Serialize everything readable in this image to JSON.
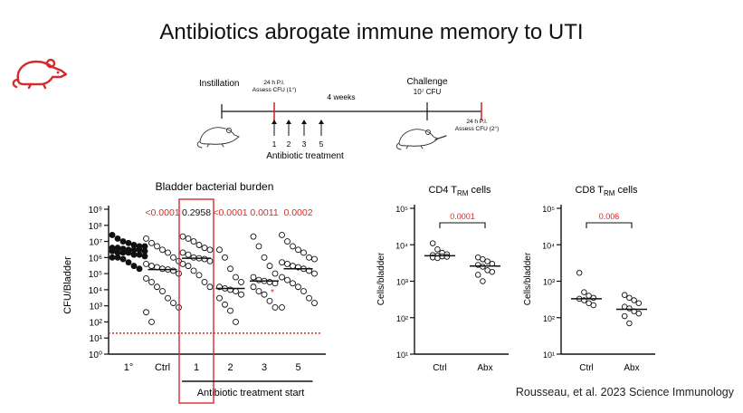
{
  "slide": {
    "title": "Antibiotics abrogate immune memory to UTI",
    "citation": "Rousseau, et al. 2023 Science Immunology",
    "accent_color": "#d42b2b",
    "icon": "mouse-icon"
  },
  "timeline": {
    "instillation": "Instillation",
    "first_assess_line1": "24 h P.I.",
    "first_assess_line2": "Assess CFU (1°)",
    "interval": "4 weeks",
    "challenge_line1": "Challenge",
    "challenge_line2": "10⁷ CFU",
    "second_assess_line1": "24 h P.I.",
    "second_assess_line2": "Assess CFU (2°)",
    "doses": [
      "1",
      "2",
      "3",
      "5"
    ],
    "treatment_label": "Antibiotic treatment"
  },
  "chart_data": [
    {
      "type": "scatter",
      "title": "Bladder bacterial burden",
      "ylabel": "CFU/Bladder",
      "y_scale": "log",
      "ylim": [
        1,
        1000000000
      ],
      "y_ticks": [
        "10⁰",
        "10¹",
        "10²",
        "10³",
        "10⁴",
        "10⁵",
        "10⁶",
        "10⁷",
        "10⁸",
        "10⁹"
      ],
      "limit_of_detection": 20,
      "categories": [
        "1°",
        "Ctrl",
        "1",
        "2",
        "3",
        "5"
      ],
      "x_group_label": "Antibiotic treatment start",
      "p_values": [
        "<0.0001",
        "0.2958",
        "<0.0001",
        "0.0011",
        "0.0002"
      ],
      "series": [
        {
          "category": "1°",
          "filled": true,
          "median": 3000000,
          "values": [
            25000000,
            15000000,
            10000000,
            8000000,
            6000000,
            5000000,
            5000000,
            4000000,
            4000000,
            3500000,
            3000000,
            3000000,
            3000000,
            2500000,
            2500000,
            2000000,
            2000000,
            2000000,
            1500000,
            1500000,
            1200000,
            1000000,
            1000000,
            800000,
            500000,
            300000,
            200000
          ]
        },
        {
          "category": "Ctrl",
          "filled": false,
          "median": 180000,
          "values": [
            15000000,
            8000000,
            5000000,
            3000000,
            2000000,
            1000000,
            600000,
            400000,
            300000,
            250000,
            200000,
            180000,
            150000,
            100000,
            50000,
            30000,
            15000,
            8000,
            3000,
            1500,
            800,
            400,
            100
          ]
        },
        {
          "category": "1",
          "filled": false,
          "median": 900000,
          "values": [
            20000000,
            15000000,
            10000000,
            6000000,
            4000000,
            3000000,
            2000000,
            1500000,
            1000000,
            900000,
            800000,
            600000,
            400000,
            300000,
            150000,
            80000,
            30000,
            15000
          ]
        },
        {
          "category": "2",
          "filled": false,
          "median": 12000,
          "values": [
            3000000,
            1000000,
            200000,
            60000,
            30000,
            15000,
            12000,
            10000,
            8000,
            5000,
            3000,
            1200,
            500,
            100
          ]
        },
        {
          "category": "3",
          "filled": false,
          "median": 35000,
          "values": [
            20000000,
            5000000,
            1000000,
            300000,
            100000,
            60000,
            40000,
            35000,
            30000,
            25000,
            15000,
            8000,
            5000,
            2000,
            800
          ]
        },
        {
          "category": "5",
          "filled": false,
          "median": 200000,
          "values": [
            25000000,
            10000000,
            5000000,
            3000000,
            2000000,
            1000000,
            800000,
            500000,
            400000,
            300000,
            250000,
            200000,
            150000,
            100000,
            60000,
            40000,
            25000,
            15000,
            8000,
            3000,
            1500,
            800
          ]
        }
      ]
    },
    {
      "type": "scatter",
      "title": "CD4 T",
      "title_subscript": "RM",
      "title_suffix": " cells",
      "ylabel": "Cells/bladder",
      "y_scale": "log",
      "ylim": [
        10,
        100000
      ],
      "y_ticks": [
        "10¹",
        "10²",
        "10³",
        "10⁴",
        "10⁵"
      ],
      "categories": [
        "Ctrl",
        "Abx"
      ],
      "p_value": "0.0001",
      "series": [
        {
          "category": "Ctrl",
          "filled": false,
          "median": 5000,
          "values": [
            11000,
            7500,
            6000,
            5500,
            5200,
            5000,
            4800,
            4700,
            4500,
            4300
          ]
        },
        {
          "category": "Abx",
          "filled": false,
          "median": 2600,
          "values": [
            4500,
            4000,
            3500,
            3000,
            2800,
            2500,
            2000,
            1800,
            1500,
            1000
          ]
        }
      ]
    },
    {
      "type": "scatter",
      "title": "CD8 T",
      "title_subscript": "RM",
      "title_suffix": " cells",
      "ylabel": "Cells/bladder",
      "y_scale": "log",
      "ylim": [
        10,
        100000
      ],
      "y_ticks": [
        "10¹",
        "10²",
        "10³",
        "10⁴",
        "10⁵"
      ],
      "categories": [
        "Ctrl",
        "Abx"
      ],
      "p_value": "0.006",
      "series": [
        {
          "category": "Ctrl",
          "filled": false,
          "median": 330,
          "values": [
            1700,
            500,
            400,
            350,
            330,
            300,
            250,
            220
          ]
        },
        {
          "category": "Abx",
          "filled": false,
          "median": 170,
          "values": [
            420,
            350,
            300,
            250,
            200,
            180,
            150,
            130,
            110,
            70
          ]
        }
      ]
    }
  ]
}
